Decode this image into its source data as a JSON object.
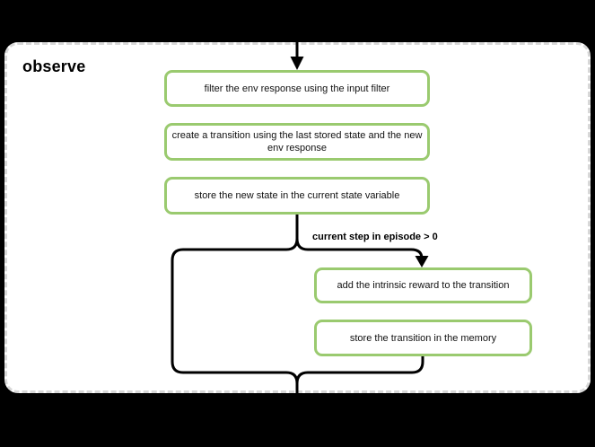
{
  "diagram": {
    "title": "observe",
    "nodes": [
      {
        "id": "filter",
        "label": "filter the env response using the input filter"
      },
      {
        "id": "create-transition",
        "label": "create a transition using the last stored state and the new env response"
      },
      {
        "id": "store-state",
        "label": "store the new state in the current state variable"
      },
      {
        "id": "add-reward",
        "label": "add the intrinsic reward to the transition"
      },
      {
        "id": "store-transition",
        "label": "store the transition in the memory"
      }
    ],
    "condition_label": "current step in episode > 0",
    "colors": {
      "background": "#000000",
      "panel_background": "#ffffff",
      "panel_border": "#d8d8d8",
      "node_border": "#9aca6f",
      "connector": "#000000"
    }
  }
}
